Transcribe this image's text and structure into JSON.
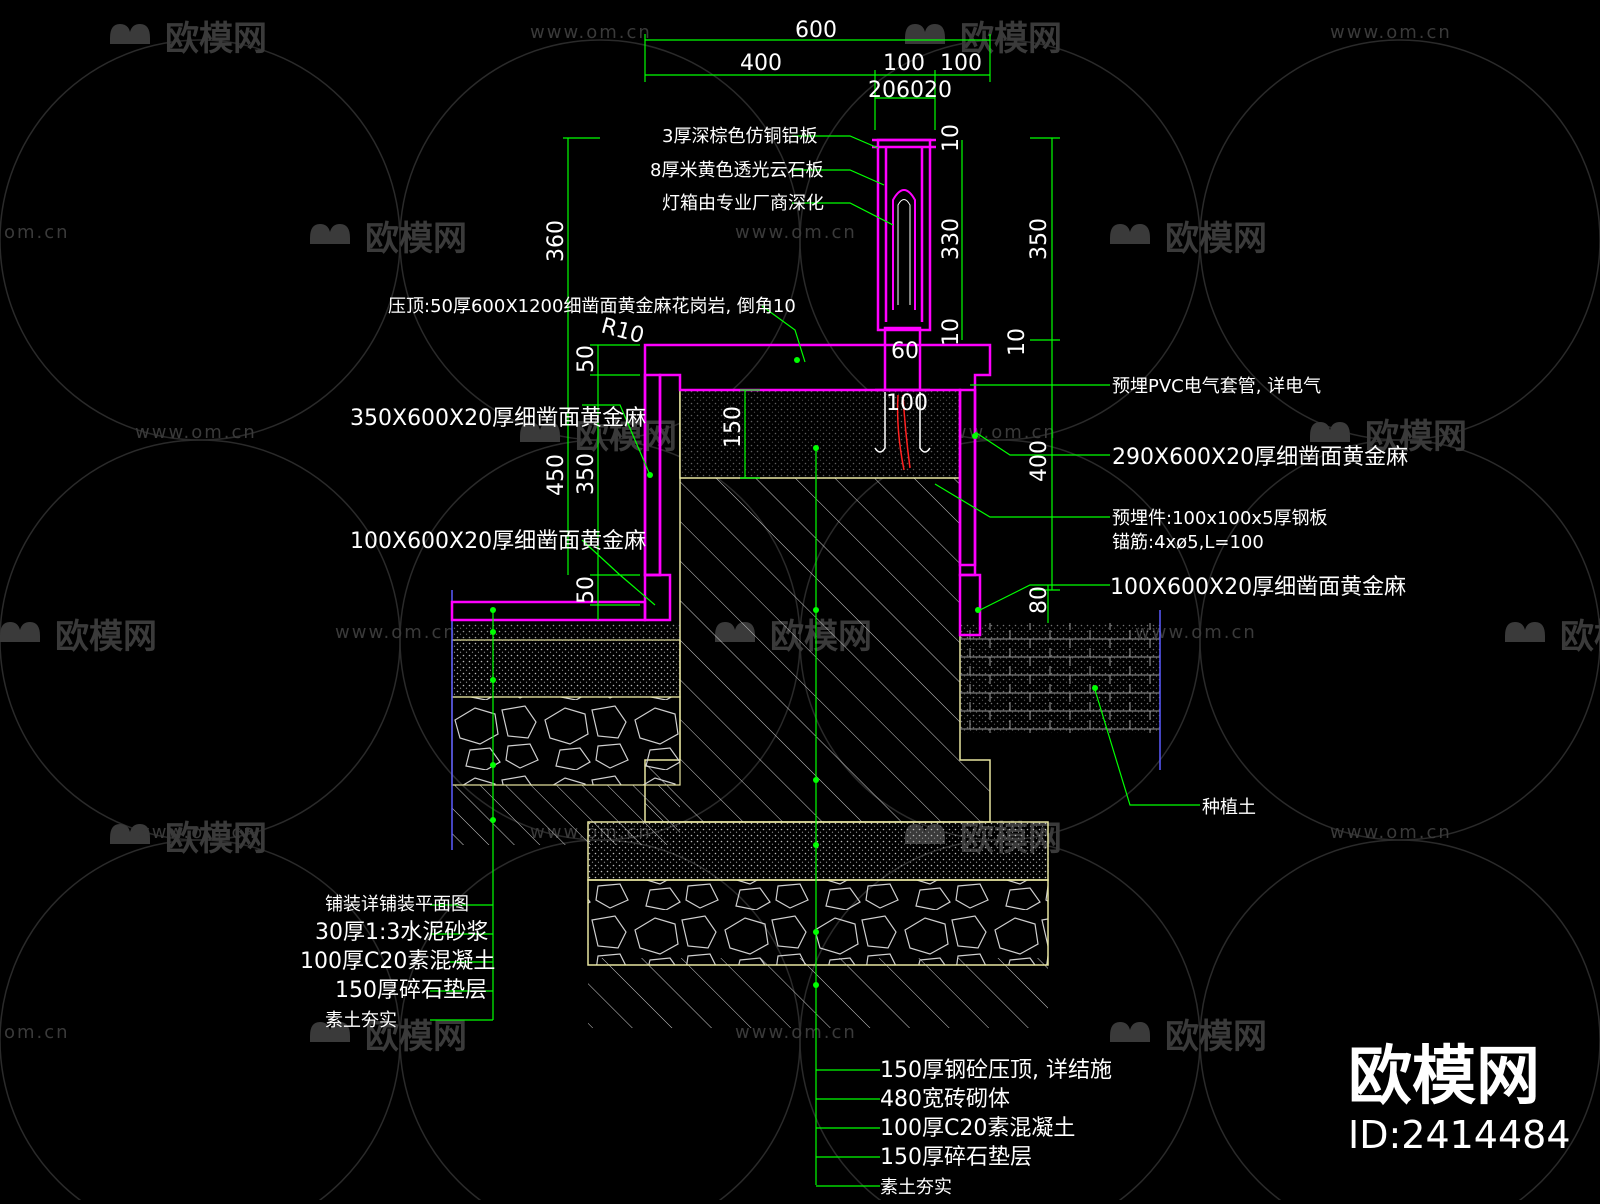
{
  "colors": {
    "background": "#000000",
    "magenta": "#ff00ff",
    "green": "#00ff00",
    "yellow": "#e8e6a0",
    "white": "#ffffff",
    "red": "#ff2020",
    "watermark": "#3a3a3a"
  },
  "dimensions": {
    "top_total": "600",
    "top_left": "400",
    "top_mid": "100",
    "top_right": "100",
    "top_small": "206020",
    "left_upper": "360",
    "left_cap": "50",
    "left_main": "450",
    "left_inner": "350",
    "left_base": "50",
    "light_top": "10",
    "light_mid": "330",
    "light_bottom": "10",
    "right_light": "350",
    "right_gap": "10",
    "right_wall": "400",
    "right_base": "80",
    "pipe_width": "60",
    "plate_width": "100",
    "cap_depth": "150",
    "radius": "R10"
  },
  "labels": {
    "steel_plate": "3厚深棕色仿铜铝板",
    "stone_panel": "8厚米黄色透光云石板",
    "light_box": "灯箱由专业厂商深化",
    "coping": "压顶:50厚600X1200细凿面黄金麻花岗岩, 倒角10",
    "left_cladding": "350X600X20厚细凿面黄金麻",
    "left_skirt": "100X600X20厚细凿面黄金麻",
    "pvc_pipe": "预埋PVC电气套管, 详电气",
    "right_cladding": "290X600X20厚细凿面黄金麻",
    "embed_plate": "预埋件:100x100x5厚钢板",
    "anchor": "锚筋:4xø5,L=100",
    "right_skirt": "100X600X20厚细凿面黄金麻",
    "planting_soil": "种植土"
  },
  "left_layers": [
    "铺装详铺装平面图",
    "30厚1:3水泥砂浆",
    "100厚C20素混凝土",
    "150厚碎石垫层",
    "素土夯实"
  ],
  "bottom_layers": [
    "150厚钢砼压顶, 详结施",
    "480宽砖砌体",
    "100厚C20素混凝土",
    "150厚碎石垫层",
    "素土夯实"
  ],
  "watermark": {
    "name": "欧模网",
    "url": "www.om.cn",
    "url_short": "om.cn"
  },
  "brand": {
    "name": "欧模网",
    "id": "ID:2414484"
  },
  "icons": {
    "watermark_logo": "sofa-icon"
  }
}
